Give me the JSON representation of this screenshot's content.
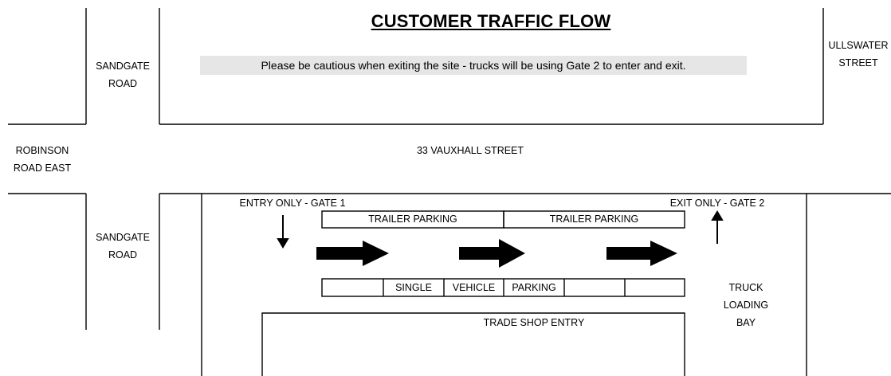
{
  "title": "CUSTOMER TRAFFIC FLOW",
  "notice": "Please be cautious when exiting the site - trucks will be using Gate 2 to enter and exit.",
  "streets": {
    "sandgate_top": [
      "SANDGATE",
      "ROAD"
    ],
    "sandgate_bottom": [
      "SANDGATE",
      "ROAD"
    ],
    "ullswater": [
      "ULLSWATER",
      "STREET"
    ],
    "robinson": [
      "ROBINSON",
      "ROAD EAST"
    ],
    "vauxhall": "33 VAUXHALL STREET"
  },
  "gates": {
    "entry": "ENTRY ONLY - GATE 1",
    "exit": "EXIT ONLY - GATE 2"
  },
  "trailer_parking": [
    "TRAILER PARKING",
    "TRAILER PARKING"
  ],
  "vehicle_parking_cells": [
    "",
    "SINGLE",
    "VEHICLE",
    "PARKING",
    "",
    ""
  ],
  "trade_shop": "TRADE SHOP ENTRY",
  "loading_bay": [
    "TRUCK",
    "LOADING",
    "BAY"
  ]
}
